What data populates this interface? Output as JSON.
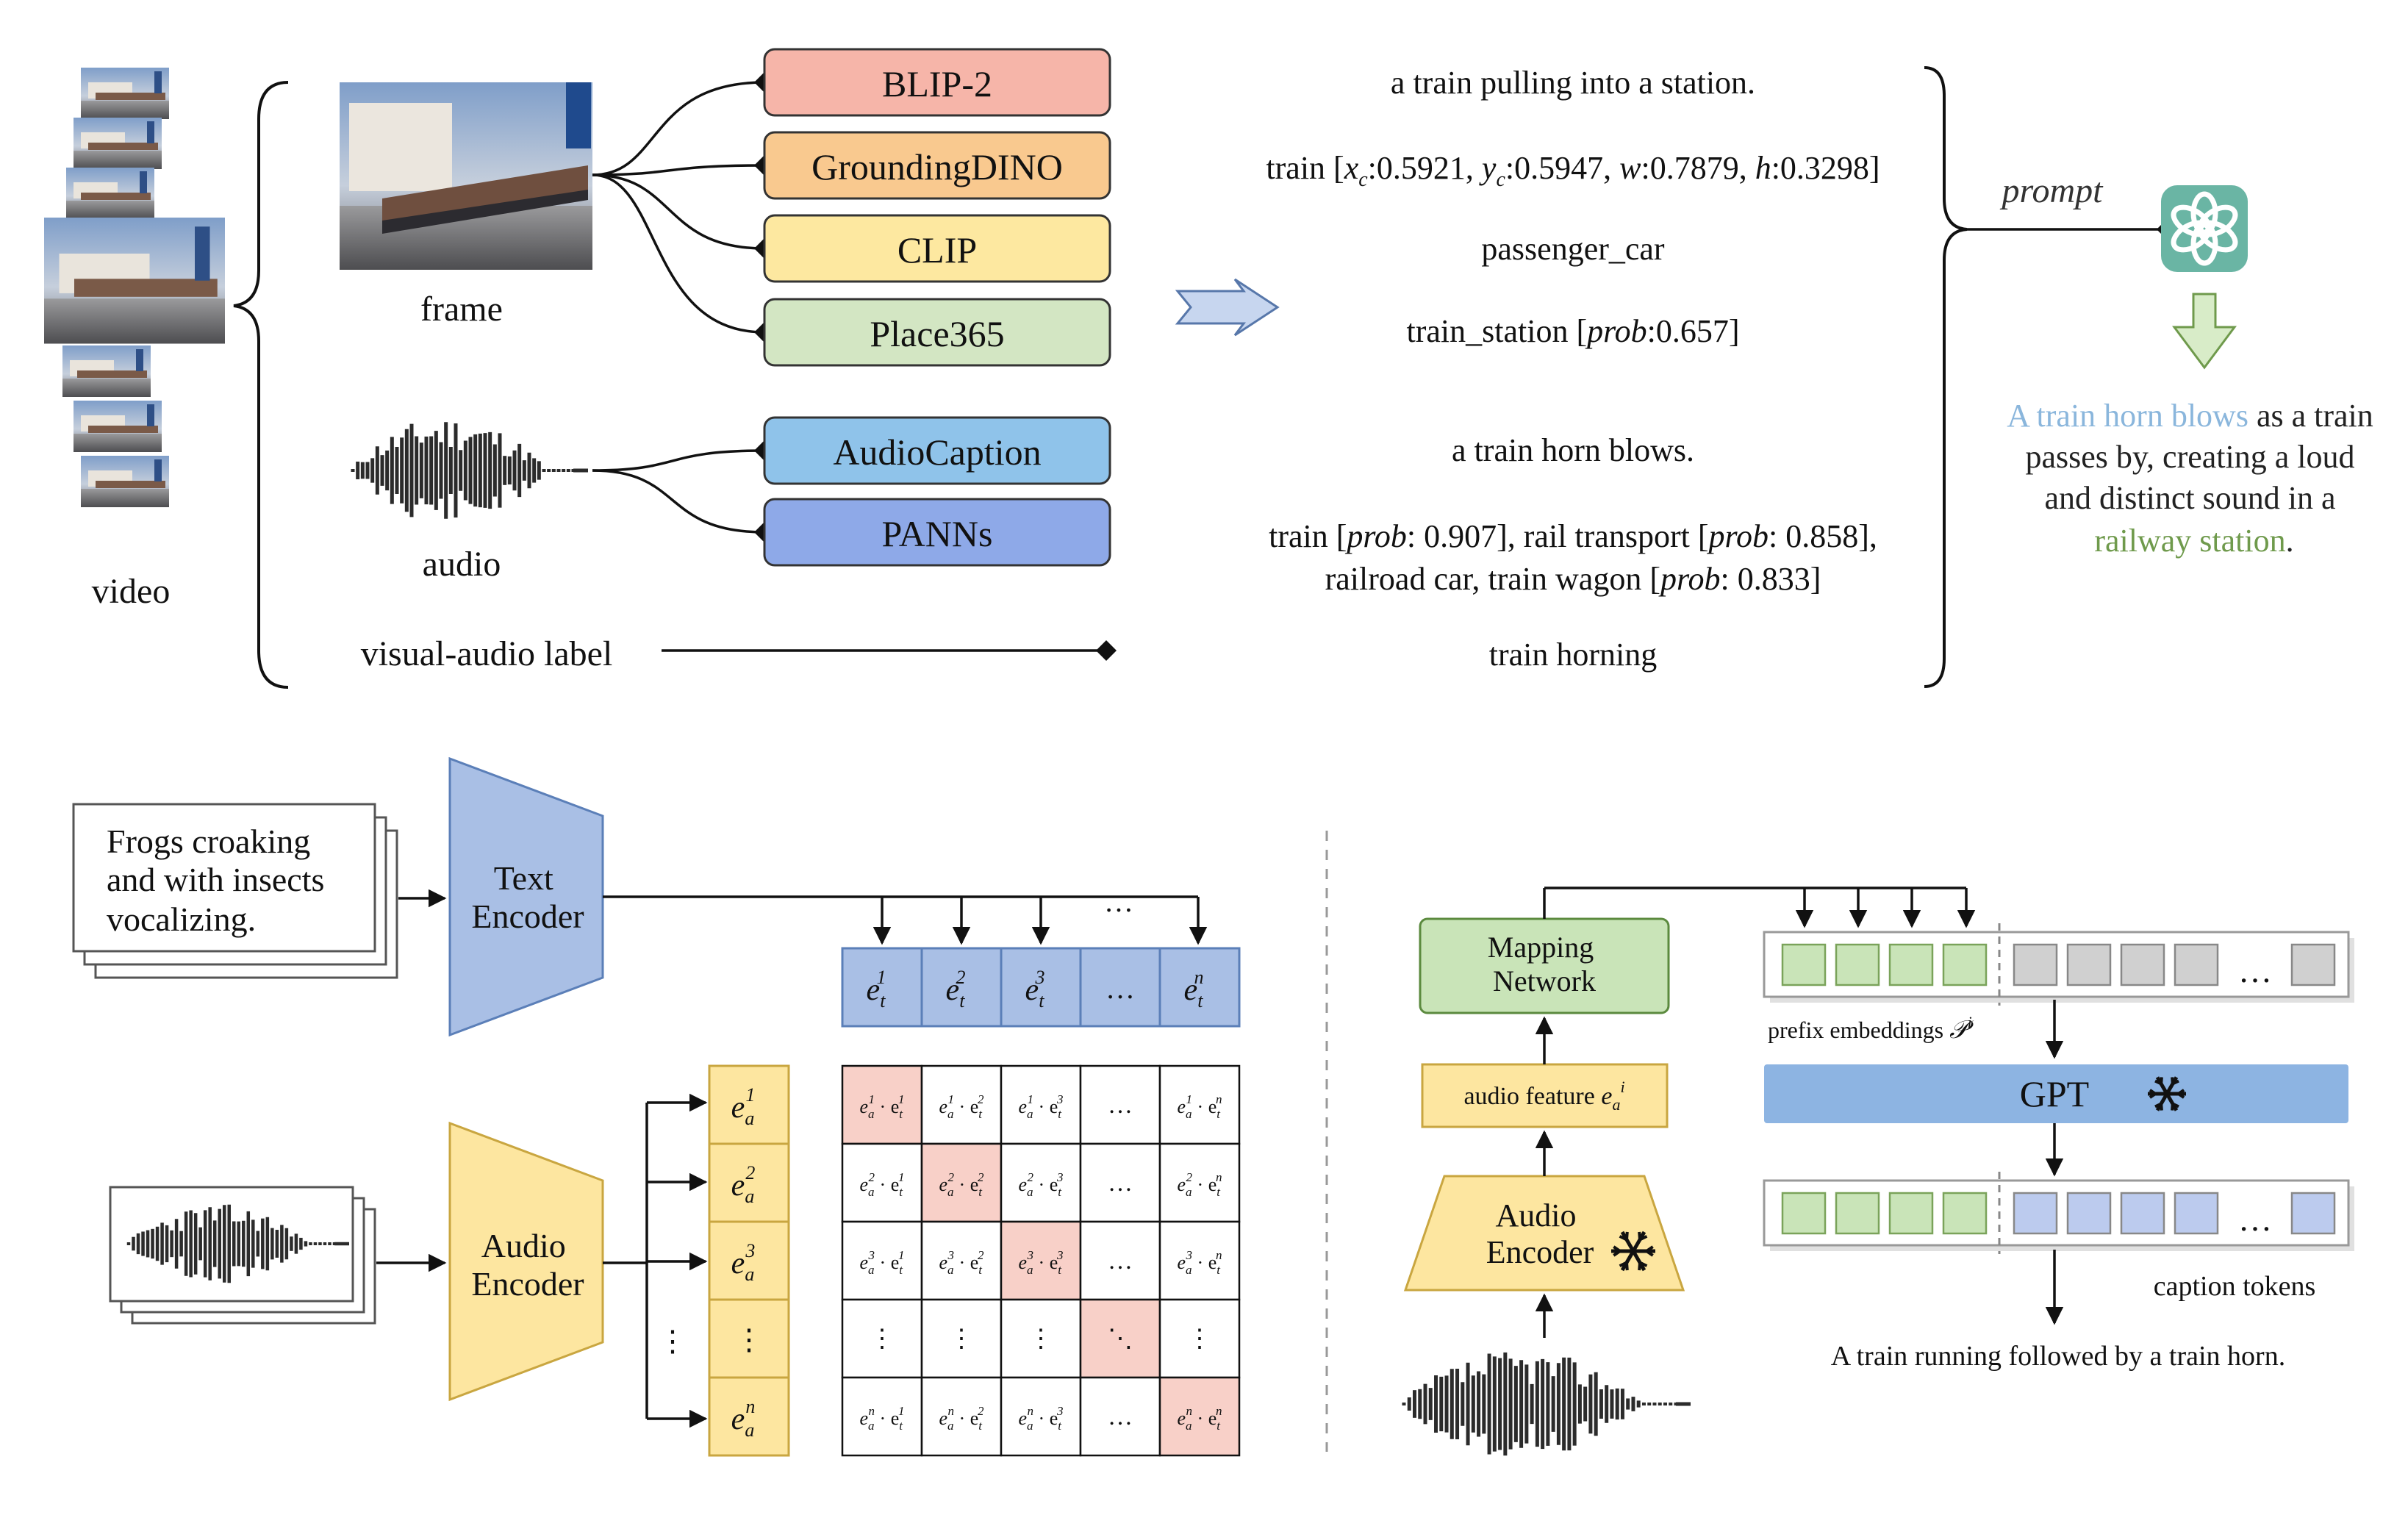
{
  "top": {
    "video_label": "video",
    "frame_label": "frame",
    "audio_label": "audio",
    "va_label": "visual-audio label",
    "models": [
      {
        "name": "BLIP-2",
        "color": "#f6b5a9"
      },
      {
        "name": "GroundingDINO",
        "color": "#f9c98f"
      },
      {
        "name": "CLIP",
        "color": "#fde8a0"
      },
      {
        "name": "Place365",
        "color": "#d3e6c3"
      },
      {
        "name": "AudioCaption",
        "color": "#8fc3ea"
      },
      {
        "name": "PANNs",
        "color": "#8ea9e8"
      }
    ],
    "outputs": {
      "blip": "a train pulling into a station.",
      "gdino_prefix": "train",
      "gdino_xc_val": ":0.5921,",
      "gdino_yc_val": ":0.5947,",
      "gdino_w_val": ":0.7879,",
      "gdino_h_val": ":0.3298]",
      "clip": "passenger_car",
      "place_prefix": "train_station [",
      "place_prob": "prob",
      "place_val": ":0.657]",
      "audiocap": "a train horn blows.",
      "panns_line1_a": "train [",
      "panns_line1_b": ": 0.907], rail transport [",
      "panns_line1_c": ": 0.858],",
      "panns_line2_a": "railroad car, train wagon [",
      "panns_line2_b": ": 0.833]",
      "prob_word": "prob",
      "label": "train horning"
    },
    "prompt_label": "prompt",
    "summary_segments": [
      {
        "text": "A train horn blows",
        "color": "#8ab6dc"
      },
      {
        "text": " as a train passes by, creating a loud and distinct sound in a ",
        "color": "#222222"
      },
      {
        "text": "railway station",
        "color": "#6f9a4c"
      },
      {
        "text": ".",
        "color": "#222222"
      }
    ]
  },
  "bottom_left": {
    "text_doc": [
      "Frogs croaking",
      "and with insects",
      "vocalizing."
    ],
    "text_encoder": [
      "Text",
      "Encoder"
    ],
    "audio_encoder": [
      "Audio",
      "Encoder"
    ],
    "e_t_sups": [
      "1",
      "2",
      "3",
      "…",
      "n"
    ],
    "e_a_sups": [
      "1",
      "2",
      "3",
      "⋮",
      "n"
    ],
    "dots_h": "…",
    "matrix_dots_v": "⋮",
    "matrix_dots_h": "…",
    "matrix_dots_d": "⋱"
  },
  "bottom_right": {
    "mapping_network": [
      "Mapping",
      "Network"
    ],
    "audio_feature": "audio feature",
    "audio_encoder": [
      "Audio",
      "Encoder"
    ],
    "gpt": "GPT",
    "prefix_label": "prefix embeddings",
    "caption_tokens_label": "caption tokens",
    "caption": "A train running followed by a train horn.",
    "dots": "…"
  },
  "colors": {
    "blue_enc": "#a9bfe5",
    "yellow_enc": "#fde6a0",
    "green": "#c9e4b8",
    "gray_token": "#d0d0d0",
    "blue_token": "#bccbee",
    "gpt": "#8db4e2",
    "pink": "#f8d0c8",
    "chatgpt": "#6ab5a4"
  }
}
